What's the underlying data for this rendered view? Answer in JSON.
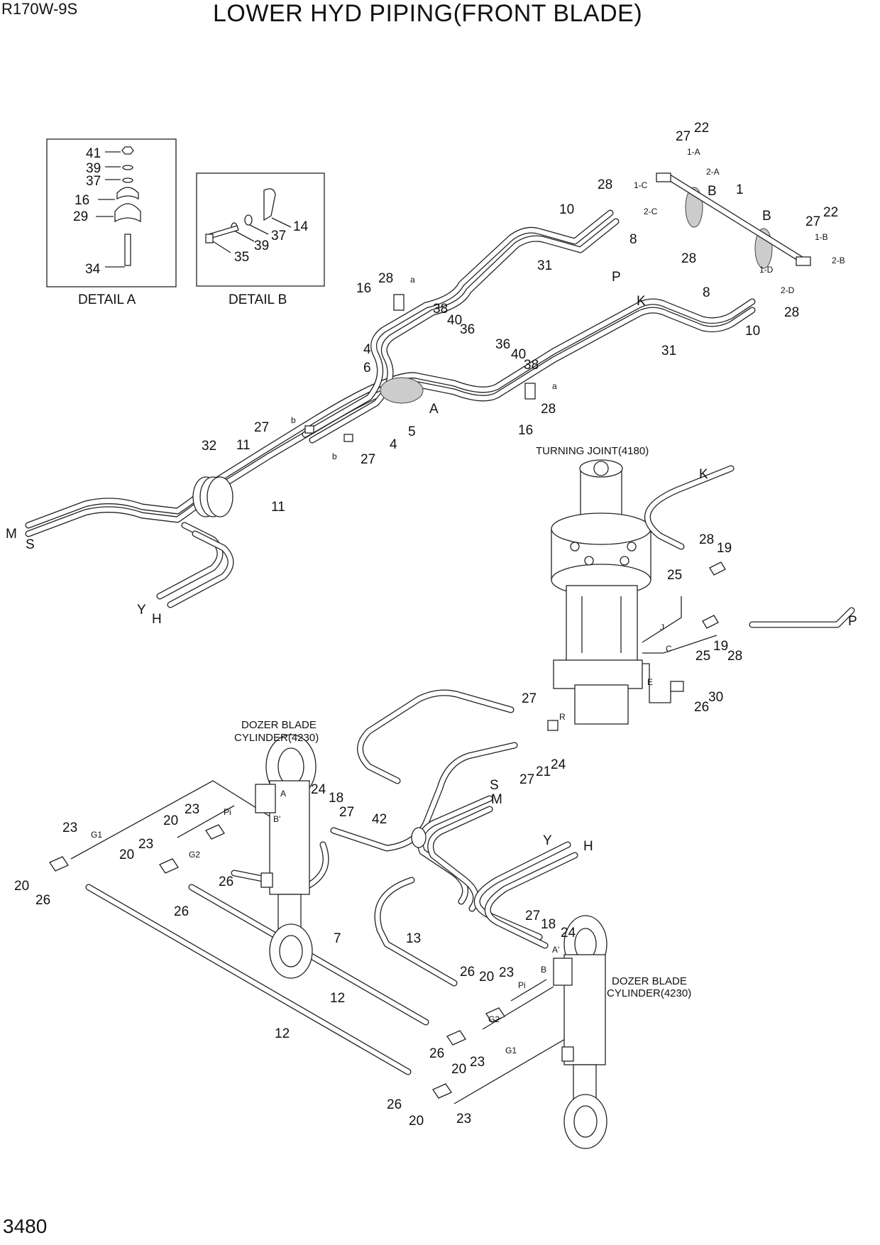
{
  "header": {
    "model": "R170W-9S",
    "title": "LOWER HYD PIPING(FRONT BLADE)"
  },
  "footer": {
    "page_number": "3480"
  },
  "details": {
    "a": {
      "caption": "DETAIL A",
      "labels": [
        "41",
        "39",
        "37",
        "16",
        "29",
        "34"
      ]
    },
    "b": {
      "caption": "DETAIL B",
      "labels": [
        "14",
        "37",
        "39",
        "35"
      ]
    }
  },
  "components": {
    "turning_joint": "TURNING JOINT(4180)",
    "dozer_cylinder_left": [
      "DOZER BLADE",
      "CYLINDER(4230)"
    ],
    "dozer_cylinder_right": [
      "DOZER BLADE",
      "CYLINDER(4230)"
    ]
  },
  "callouts": {
    "top": [
      "27",
      "22",
      "1-A",
      "2-A",
      "28",
      "1-C",
      "B",
      "1",
      "2-C",
      "10",
      "B",
      "27",
      "22",
      "1-B",
      "8",
      "28",
      "2-B",
      "P",
      "31",
      "1-D",
      "2-D",
      "K",
      "8",
      "28",
      "31",
      "10",
      "16",
      "28",
      "a",
      "38",
      "40",
      "36",
      "4",
      "6",
      "36",
      "40",
      "38",
      "a",
      "28",
      "A",
      "16",
      "27",
      "b",
      "5",
      "4",
      "b",
      "27",
      "32",
      "11",
      "11",
      "M",
      "S",
      "Y",
      "H"
    ],
    "turning_joint": [
      "K",
      "28",
      "19",
      "25",
      "J",
      "P",
      "C",
      "25",
      "19",
      "28",
      "E",
      "26",
      "30",
      "27",
      "R",
      "27",
      "21",
      "24"
    ],
    "bottom": [
      "S",
      "M",
      "24",
      "18",
      "27",
      "42",
      "A",
      "B'",
      "23",
      "Pi",
      "20",
      "23",
      "G1",
      "23",
      "G2",
      "20",
      "20",
      "26",
      "26",
      "26",
      "7",
      "Y",
      "H",
      "27",
      "18",
      "24",
      "A'",
      "B",
      "13",
      "26",
      "20",
      "23",
      "Pi",
      "12",
      "G2",
      "12",
      "26",
      "20",
      "23",
      "G1",
      "26",
      "20",
      "23"
    ]
  },
  "colors": {
    "line": "#222222",
    "ellipse_fill": "#cccccc",
    "background": "#ffffff"
  }
}
